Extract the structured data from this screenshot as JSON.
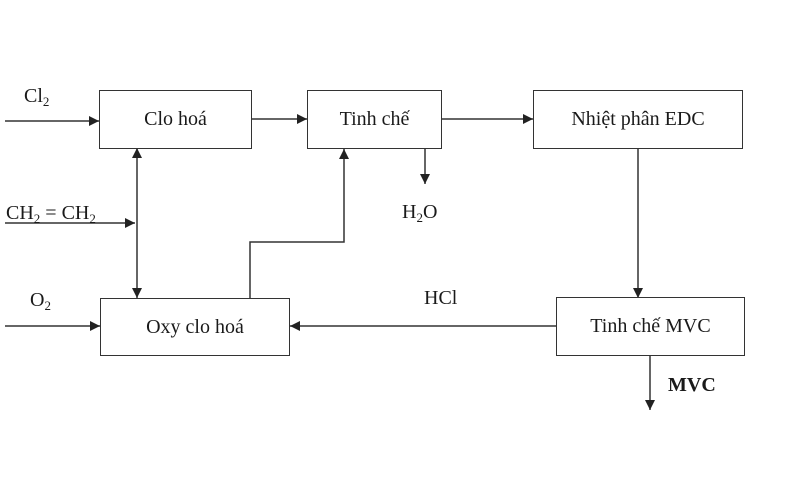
{
  "process": {
    "clo_hoa": "Clo hoá",
    "tinh_che": "Tinh chế",
    "nhiet_phan": "Nhiệt phân EDC",
    "oxy_clo_hoa": "Oxy clo hoá",
    "tinh_che_mvc": "Tinh chế MVC"
  },
  "inputs": {
    "cl2": {
      "base": "Cl",
      "sub": "2"
    },
    "ch2": {
      "base": "CH",
      "sub": "2"
    },
    "equals": " = ",
    "o2": {
      "base": "O",
      "sub": "2"
    }
  },
  "outputs": {
    "h2o_h": "H",
    "h2o_sub": "2",
    "h2o_o": "O",
    "hcl": "HCl",
    "mvc": "MVC"
  },
  "colors": {
    "line": "#333333",
    "text": "#1a1a1a"
  }
}
